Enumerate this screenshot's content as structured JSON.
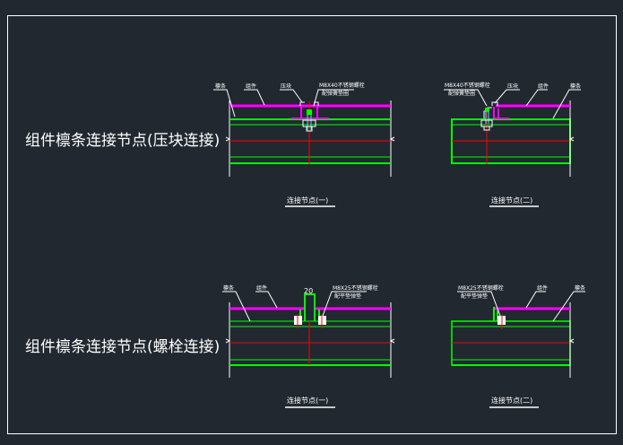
{
  "sections": [
    {
      "title": "组件檩条连接节点(压块连接)",
      "details": [
        {
          "caption": "连接节点(一)",
          "labels": [
            "檩条",
            "组件",
            "压块",
            "M8X40不锈钢螺栓",
            "配弹簧垫圈"
          ]
        },
        {
          "caption": "连接节点(二)",
          "labels": [
            "M8X40不锈钢螺栓",
            "配弹簧垫圈",
            "压块",
            "组件",
            "檩条"
          ]
        }
      ]
    },
    {
      "title": "组件檩条连接节点(螺栓连接)",
      "details": [
        {
          "caption": "连接节点(一)",
          "dimension": "20",
          "labels": [
            "檩条",
            "组件",
            "M8X25不锈钢螺栓",
            "配平垫弹垫"
          ]
        },
        {
          "caption": "连接节点(二)",
          "labels": [
            "M8X25不锈钢螺栓",
            "配平垫弹垫",
            "组件",
            "檩条"
          ]
        }
      ]
    }
  ],
  "colors": {
    "background": "#212830",
    "frame": "#ffffff",
    "module": "#ff00ff",
    "purlin": "#00ff00",
    "centerline": "#ff0000",
    "bolt": "#00ffff"
  }
}
